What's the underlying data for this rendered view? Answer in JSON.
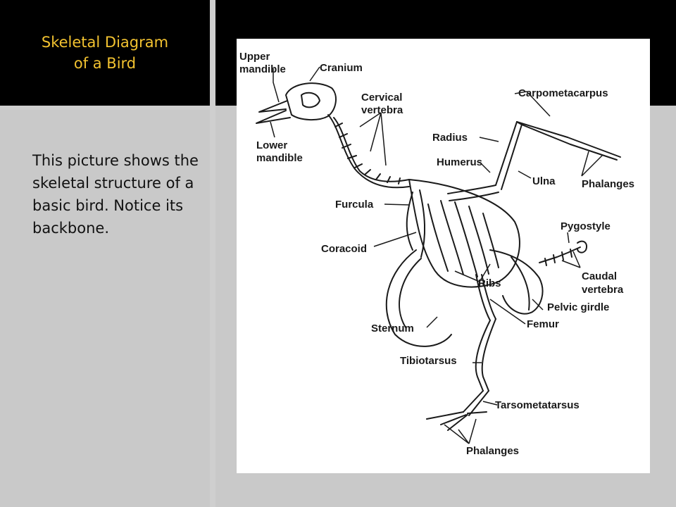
{
  "slide": {
    "title_line1": "Skeletal Diagram",
    "title_line2": "of a Bird",
    "body": "This picture shows the skeletal structure of a basic bird. Notice its backbone."
  },
  "diagram": {
    "labels": {
      "upper_mandible_1": "Upper",
      "upper_mandible_2": "mandible",
      "cranium": "Cranium",
      "cervical_1": "Cervical",
      "cervical_2": "vertebra",
      "lower_mandible_1": "Lower",
      "lower_mandible_2": "mandible",
      "carpometacarpus": "Carpometacarpus",
      "radius": "Radius",
      "humerus": "Humerus",
      "ulna": "Ulna",
      "phalanges_wing": "Phalanges",
      "furcula": "Furcula",
      "pygostyle": "Pygostyle",
      "coracoid": "Coracoid",
      "caudal_1": "Caudal",
      "caudal_2": "vertebra",
      "ribs": "Ribs",
      "pelvic_girdle": "Pelvic girdle",
      "sternum": "Sternum",
      "femur": "Femur",
      "tibiotarsus": "Tibiotarsus",
      "tarsometatarsus": "Tarsometatarsus",
      "phalanges_foot": "Phalanges"
    }
  },
  "colors": {
    "title": "#f2c230",
    "panel_dark": "#000000",
    "panel_light": "#c9c9c9",
    "divider": "#cfcfcf"
  }
}
